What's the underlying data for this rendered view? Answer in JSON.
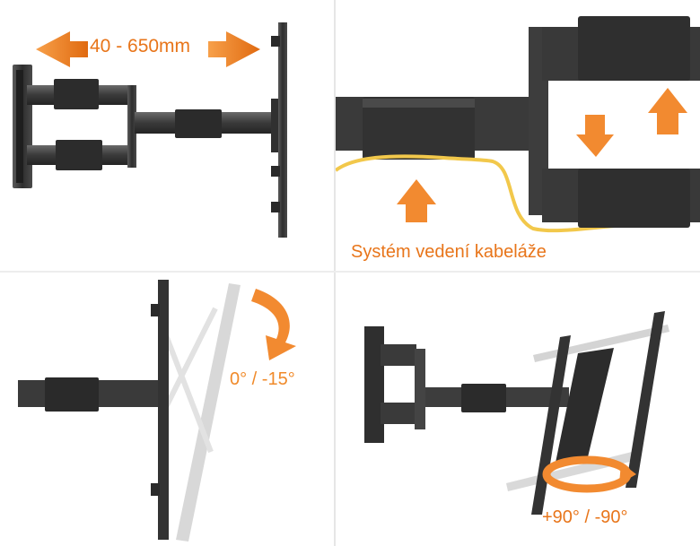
{
  "panels": {
    "extension": {
      "label": "40 - 650mm"
    },
    "cable": {
      "label": "Systém vedení kabeláže"
    },
    "tilt": {
      "label": "0° / -15°"
    },
    "swivel": {
      "label": "+90° / -90°"
    }
  },
  "colors": {
    "accent": "#e8751a",
    "metal": "#3a3a3a",
    "cable": "#f2c84b"
  }
}
